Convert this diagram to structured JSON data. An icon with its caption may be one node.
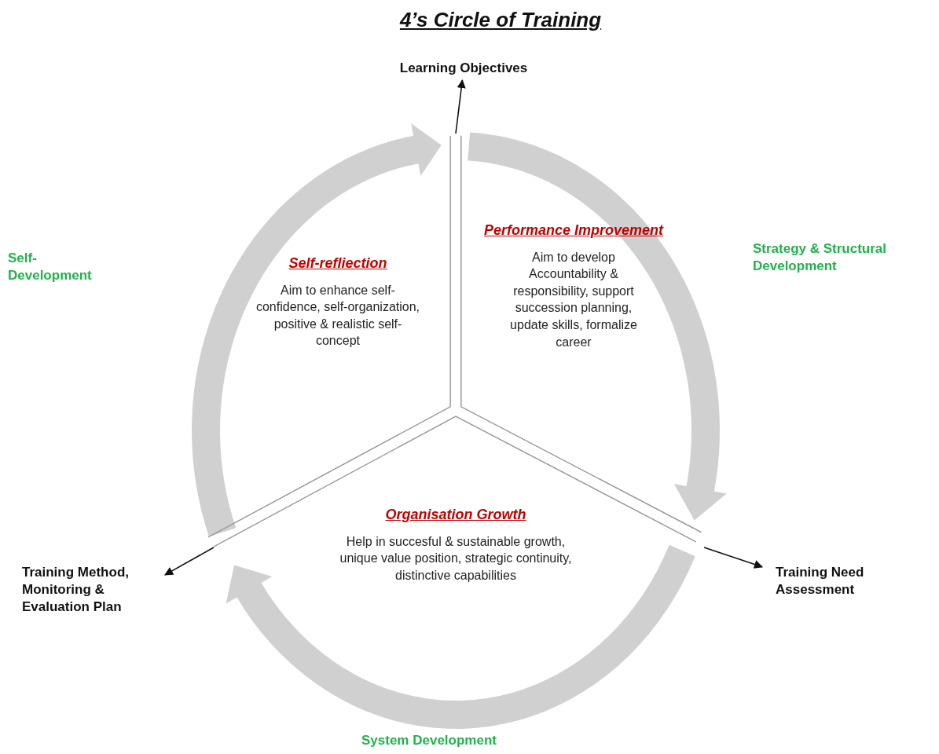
{
  "diagram": {
    "title": "4’s Circle of Training",
    "nodes": [
      {
        "text": [
          "Learning Objectives"
        ]
      },
      {
        "text": [
          "Self-refliection",
          "Aim to enhance self-confidence, self-organization, positive & realistic self-concept"
        ]
      },
      {
        "text": [
          "Performance Improvement",
          "Aim to develop Accountability & responsibility, support succession planning, update skills, formalize career"
        ]
      },
      {
        "text": [
          "Organisation Growth",
          "Help in succesful & sustainable growth, unique value position, strategic continuity, distinctive capabilities"
        ]
      },
      {
        "text": [
          "Training Method, Monitoring & Evaluation Plan"
        ]
      },
      {
        "text": [
          "Training Need Assessment"
        ]
      }
    ],
    "edges": [
      {
        "from": null,
        "to": 0,
        "arrow": "to"
      },
      {
        "from": null,
        "to": 5,
        "arrow": "to"
      },
      {
        "from": null,
        "to": 4,
        "arrow": "to"
      }
    ],
    "labels": [
      "Self-Development",
      "Strategy & Structural Development",
      "System Development"
    ]
  }
}
